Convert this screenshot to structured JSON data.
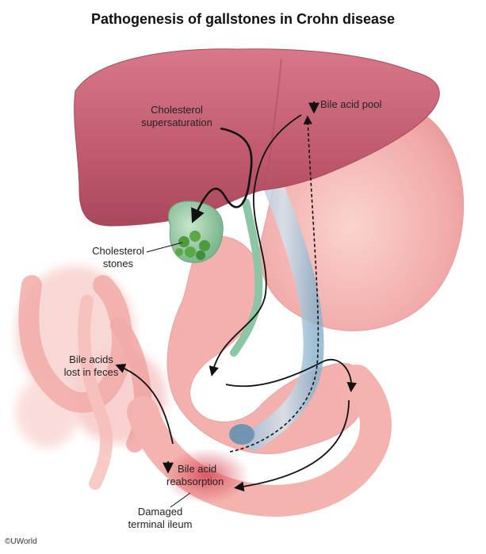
{
  "title": "Pathogenesis of gallstones in Crohn disease",
  "labels": {
    "cholesterol_supersaturation": [
      "Cholesterol",
      "supersaturation"
    ],
    "bile_acid_pool": "Bile acid pool",
    "cholesterol_stones": [
      "Cholesterol",
      "stones"
    ],
    "bile_acids_lost": [
      "Bile acids",
      "lost in feces"
    ],
    "bile_acid_reabsorption": [
      "Bile acid",
      "reabsorption"
    ],
    "damaged_terminal_ileum": [
      "Damaged",
      "terminal ileum"
    ]
  },
  "copyright": "©UWorld",
  "colors": {
    "liver": "#c05a6e",
    "stomach": "#f1aaa8",
    "gallbladder": "#8fc9a0",
    "stones": "#4e9a3e",
    "duct_green": "#8cc6a4",
    "portal_vein": "#8fb3cc",
    "intestine": "#f4b3ae",
    "ileum_damage": "#d84a5a"
  }
}
